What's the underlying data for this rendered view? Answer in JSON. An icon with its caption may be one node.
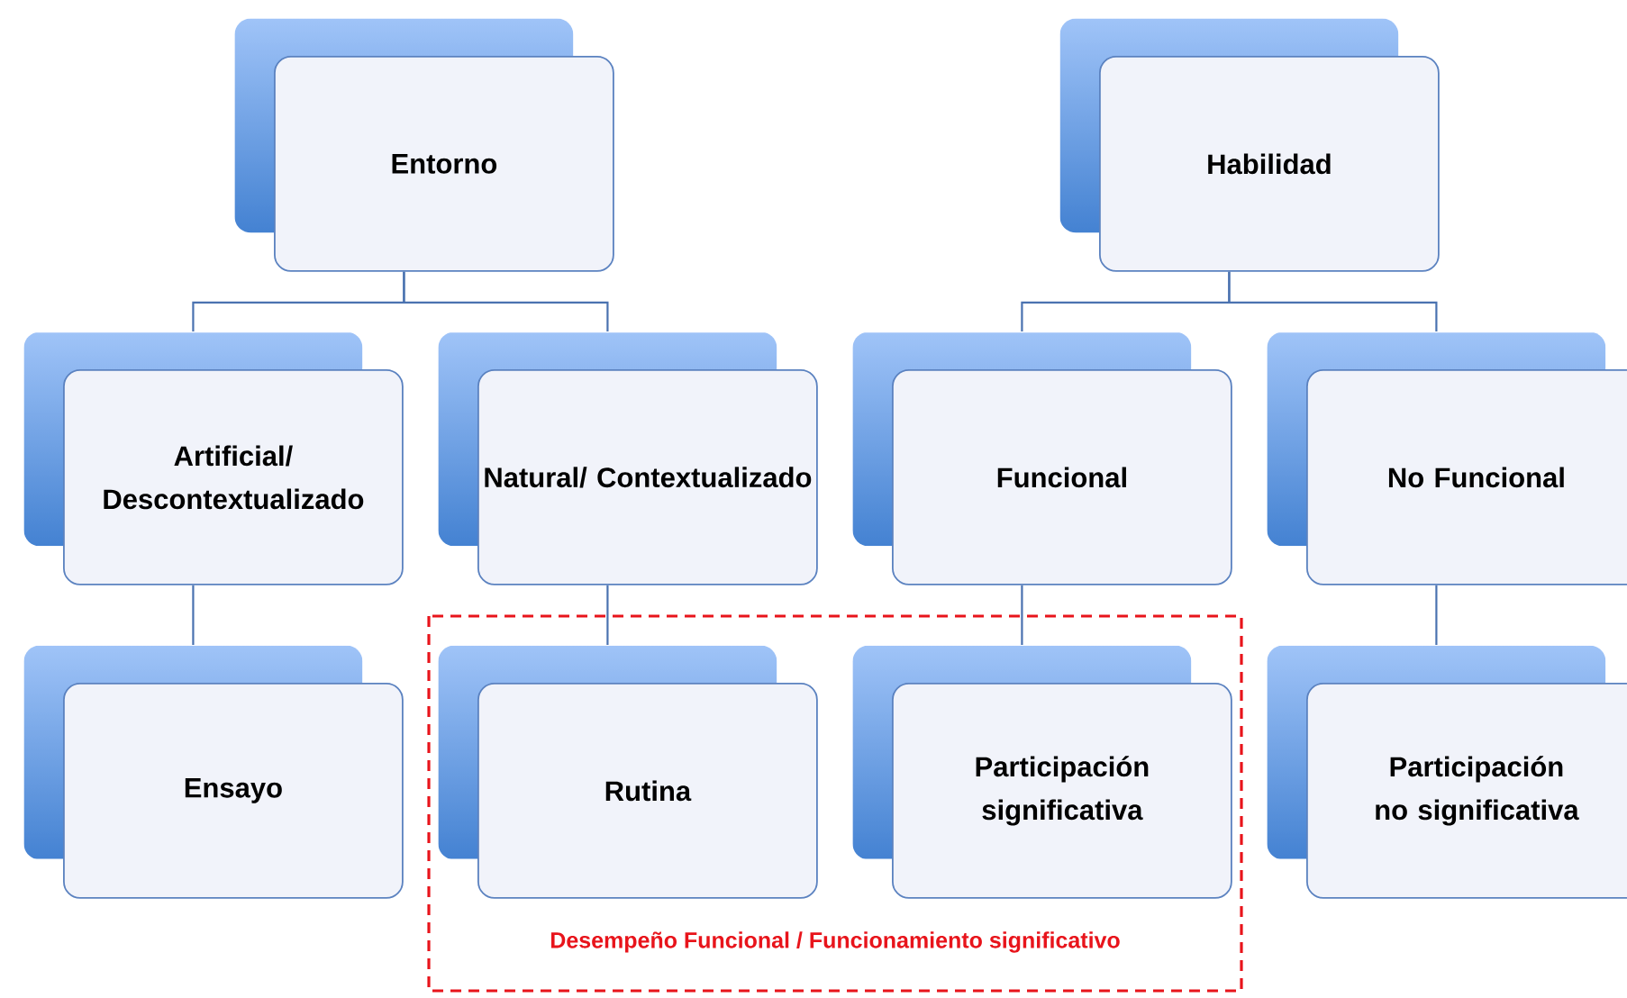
{
  "diagram": {
    "nodes": [
      {
        "text": [
          "Entorno"
        ]
      },
      {
        "text": [
          "Habilidad"
        ]
      },
      {
        "text": [
          "Artificial/ Descontextualizado"
        ]
      },
      {
        "text": [
          "Natural/ Contextualizado"
        ]
      },
      {
        "text": [
          "Funcional"
        ]
      },
      {
        "text": [
          "No Funcional"
        ]
      },
      {
        "text": [
          "Ensayo"
        ]
      },
      {
        "text": [
          "Desempeño Funcional / Funcionamiento significativo"
        ]
      },
      {
        "text": [
          "Rutina"
        ],
        "in": 7
      },
      {
        "text": [
          "Participación significativa"
        ],
        "in": 7
      },
      {
        "text": [
          "Participación no significativa"
        ]
      }
    ],
    "edges": [
      {
        "from": 0,
        "to": 2,
        "arrow": "none"
      },
      {
        "from": 0,
        "to": 3,
        "arrow": "none"
      },
      {
        "from": 1,
        "to": 4,
        "arrow": "none"
      },
      {
        "from": 1,
        "to": 5,
        "arrow": "none"
      },
      {
        "from": 2,
        "to": 6,
        "arrow": "none"
      },
      {
        "from": 3,
        "to": 8,
        "arrow": "none"
      },
      {
        "from": 4,
        "to": 9,
        "arrow": "none"
      },
      {
        "from": 5,
        "to": 10,
        "arrow": "none"
      }
    ]
  }
}
